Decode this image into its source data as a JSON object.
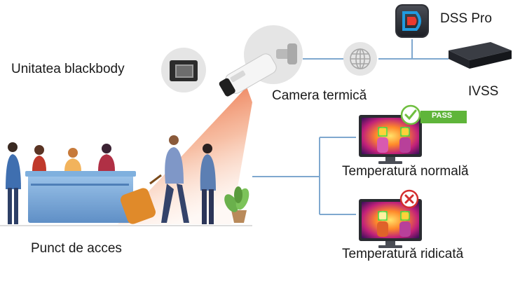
{
  "labels": {
    "blackbody": "Unitatea blackbody",
    "camera": "Camera termică",
    "dss": "DSS Pro",
    "ivss": "IVSS",
    "access": "Punct de acces",
    "normal": "Temperatură normală",
    "high": "Temperatură ridicată",
    "pass": "PASS"
  },
  "icons": {
    "dss_logo": "dss-pro-logo-icon",
    "globe": "globe-icon",
    "check": "check-icon",
    "cross": "cross-icon"
  },
  "colors": {
    "line": "#7fa8cf",
    "beam": "#e64a19",
    "pass": "#5fb53a",
    "check": "#6fbf3f",
    "alert": "#d32f2f"
  }
}
